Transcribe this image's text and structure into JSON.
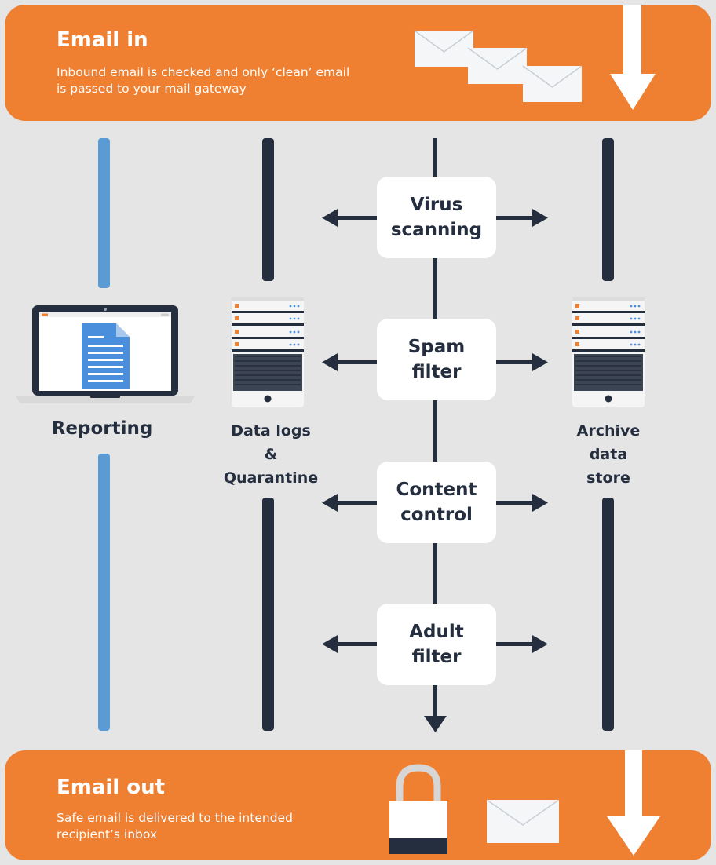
{
  "email_in": {
    "title": "Email in",
    "description_lines": [
      "Inbound email is checked and only ‘clean’ email",
      "is passed to your mail gateway"
    ]
  },
  "email_out": {
    "title": "Email out",
    "description_lines": [
      "Safe email is delivered to the intended",
      "recipient’s inbox"
    ]
  },
  "stages": [
    {
      "lines": [
        "Virus",
        "scanning"
      ]
    },
    {
      "lines": [
        "Spam",
        "filter"
      ]
    },
    {
      "lines": [
        "Content",
        "control"
      ]
    },
    {
      "lines": [
        "Adult",
        "filter"
      ]
    }
  ],
  "components": {
    "reporting": {
      "lines": [
        "Reporting"
      ]
    },
    "data_logs": {
      "lines": [
        "Data logs",
        "&",
        "Quarantine"
      ]
    },
    "archive": {
      "lines": [
        "Archive",
        "data",
        "store"
      ]
    }
  },
  "icons": [
    "envelope-icon",
    "down-arrow-icon",
    "laptop-icon",
    "document-icon",
    "server-icon",
    "padlock-icon"
  ],
  "colors": {
    "orange": "#ef7f31",
    "navy": "#252e3f",
    "blue_line": "#5b9bd5",
    "document_blue": "#4a8fdc",
    "background": "#e5e5e5",
    "white": "#ffffff"
  }
}
